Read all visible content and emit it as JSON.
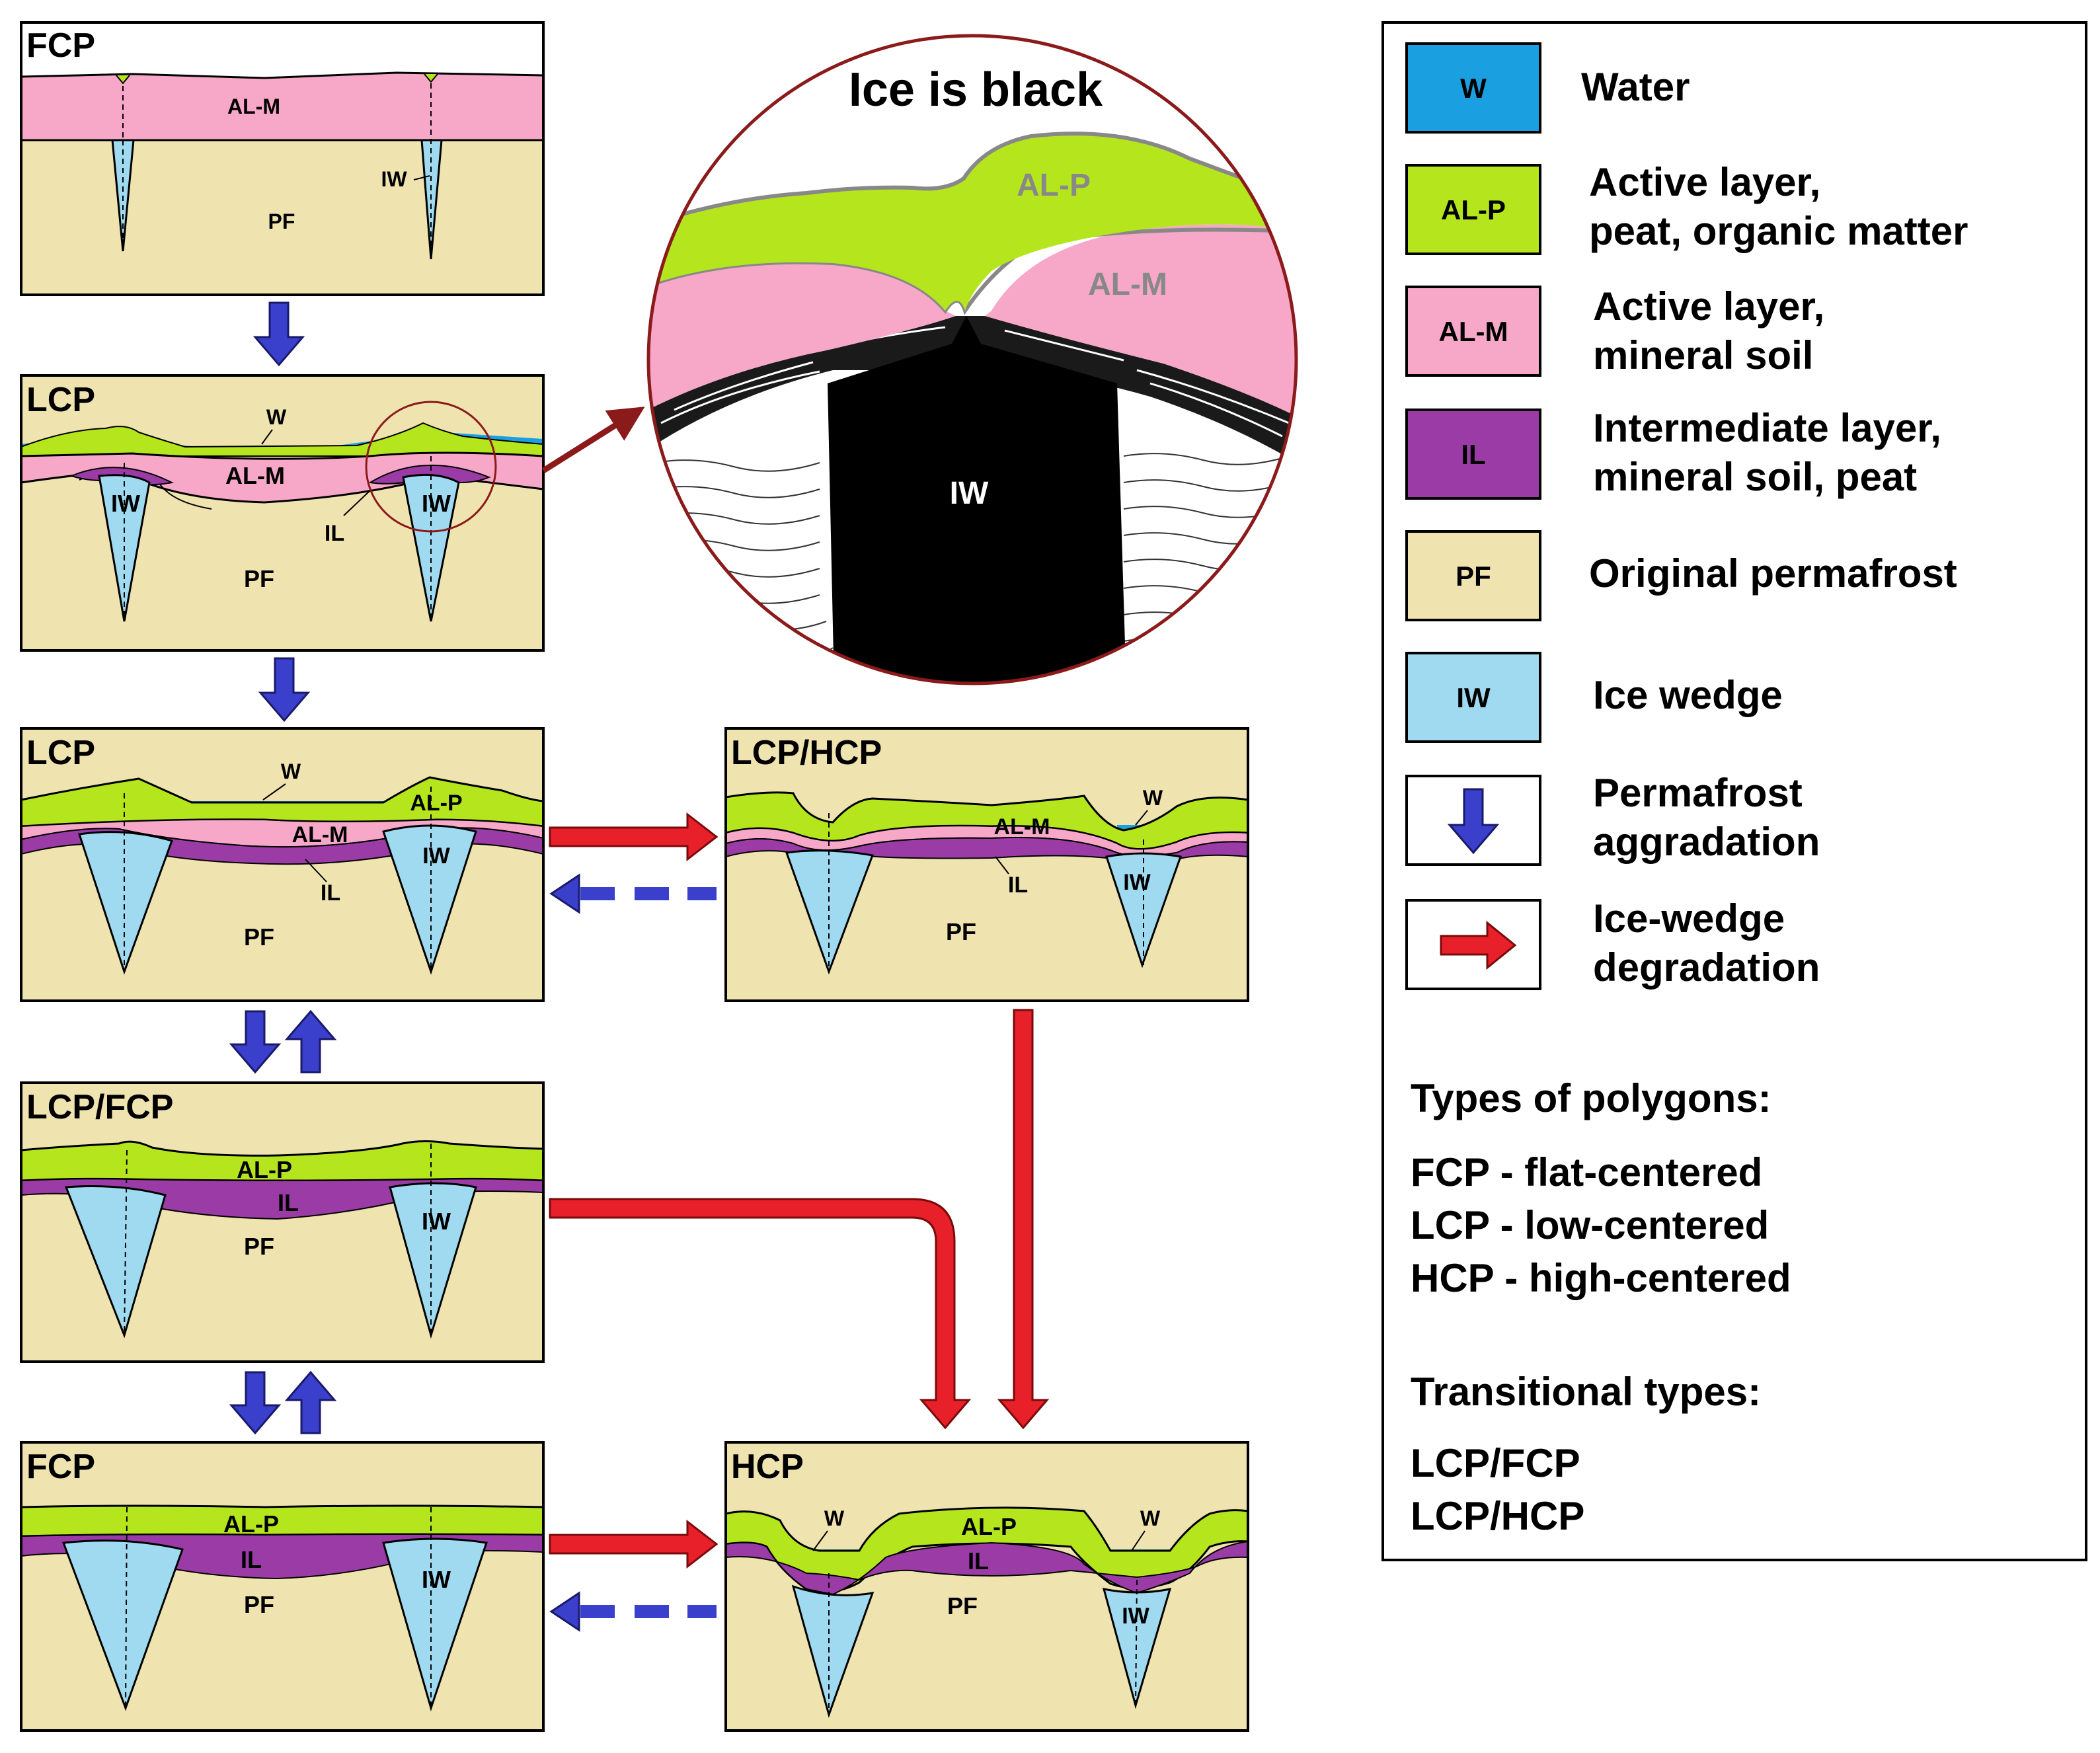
{
  "panels": {
    "fcp_top": {
      "title": "FCP",
      "al_m": "AL-M",
      "iw": "IW",
      "pf": "PF"
    },
    "lcp_a": {
      "title": "LCP",
      "w": "W",
      "al_m": "AL-M",
      "iw_left": "IW",
      "iw_right": "IW",
      "il": "IL",
      "pf": "PF"
    },
    "lcp_b": {
      "title": "LCP",
      "w": "W",
      "al_p": "AL-P",
      "al_m": "AL-M",
      "iw": "IW",
      "il": "IL",
      "pf": "PF"
    },
    "lcp_hcp": {
      "title": "LCP/HCP",
      "w": "W",
      "al_m": "AL-M",
      "il": "IL",
      "iw": "IW",
      "pf": "PF"
    },
    "lcp_fcp": {
      "title": "LCP/FCP",
      "al_p": "AL-P",
      "il": "IL",
      "iw": "IW",
      "pf": "PF"
    },
    "fcp_bottom": {
      "title": "FCP",
      "al_p": "AL-P",
      "il": "IL",
      "iw": "IW",
      "pf": "PF"
    },
    "hcp": {
      "title": "HCP",
      "w_left": "W",
      "w_right": "W",
      "al_p": "AL-P",
      "il": "IL",
      "pf": "PF",
      "iw": "IW"
    }
  },
  "zoom": {
    "title": "Ice is black",
    "al_p": "AL-P",
    "al_m": "AL-M",
    "iw": "IW"
  },
  "legend": {
    "items": [
      {
        "code": "W",
        "label": "Water",
        "color": "#1a9fe0"
      },
      {
        "code": "AL-P",
        "label_line1": "Active layer,",
        "label_line2": "peat, organic matter",
        "color": "#b5e61d"
      },
      {
        "code": "AL-M",
        "label_line1": "Active layer,",
        "label_line2": "mineral soil",
        "color": "#f7a8c8"
      },
      {
        "code": "IL",
        "label_line1": "Intermediate layer,",
        "label_line2": "mineral soil, peat",
        "color": "#9b3ca6"
      },
      {
        "code": "PF",
        "label": "Original permafrost",
        "color": "#efe3b0"
      },
      {
        "code": "IW",
        "label": "Ice wedge",
        "color": "#9fdaf0"
      },
      {
        "code": "",
        "label_line1": "Permafrost",
        "label_line2": "aggradation",
        "color": "#3a3fcc"
      },
      {
        "code": "",
        "label_line1": "Ice-wedge",
        "label_line2": "degradation",
        "color": "#e8202a"
      }
    ],
    "types_heading": "Types of polygons:",
    "types": [
      "FCP - flat-centered",
      "LCP - low-centered",
      "HCP - high-centered"
    ],
    "transitional_heading": "Transitional types:",
    "transitional": [
      "LCP/FCP",
      "LCP/HCP"
    ]
  }
}
